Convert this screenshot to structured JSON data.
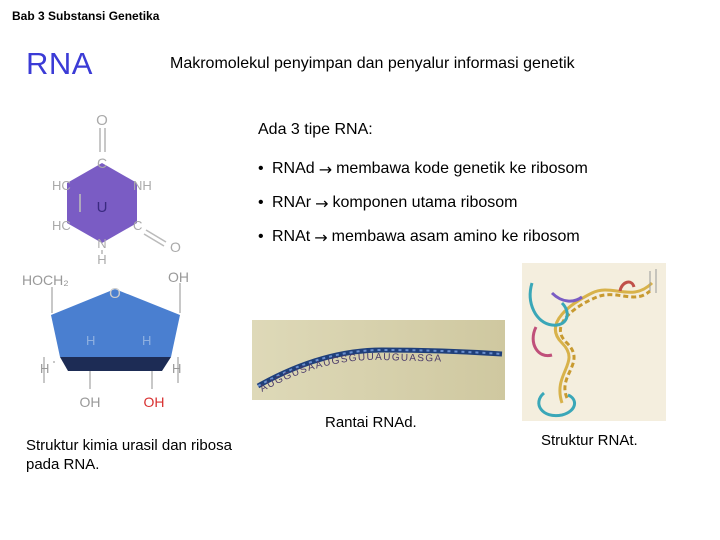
{
  "header": {
    "chapter": "Bab 3 Substansi Genetika",
    "title": "RNA",
    "subtitle": "Makromolekul penyimpan dan penyalur informasi genetik"
  },
  "rna_types": {
    "heading": "Ada 3 tipe RNA:",
    "items": [
      {
        "name": "RNAd",
        "desc": "membawa kode genetik ke ribosom"
      },
      {
        "name": "RNAr",
        "desc": "komponen utama ribosom"
      },
      {
        "name": "RNAt",
        "desc": "membawa asam amino ke ribosom"
      }
    ]
  },
  "bullet_symbol": "•",
  "arrow_symbol": "→",
  "uracil": {
    "center_label": "U",
    "atoms": {
      "o_top": "O",
      "c_top": "C",
      "hc_upper": "HC",
      "nh": "NH",
      "hc_lower": "HC",
      "c_right": "C",
      "o_right": "O",
      "n_bottom": "N",
      "h_bottom": "H"
    },
    "color": "#7a5cc4"
  },
  "ribose": {
    "labels": {
      "hoch2": "HOCH₂",
      "oh_top": "OH",
      "o_ring": "O",
      "h_in_left": "H",
      "h_in_right": "H",
      "h_left": "H",
      "h_right": "H",
      "oh_bottom_left": "OH",
      "oh_bottom_right": "OH"
    },
    "color": "#4a7fd0",
    "oh_highlight": "#d83030"
  },
  "mrna": {
    "sequence": "AUGGUSAAUGSGUUAUGUASGA"
  },
  "captions": {
    "left": "Struktur kimia urasil dan ribosa pada RNA.",
    "middle": "Rantai RNAd.",
    "right": "Struktur RNAt."
  }
}
